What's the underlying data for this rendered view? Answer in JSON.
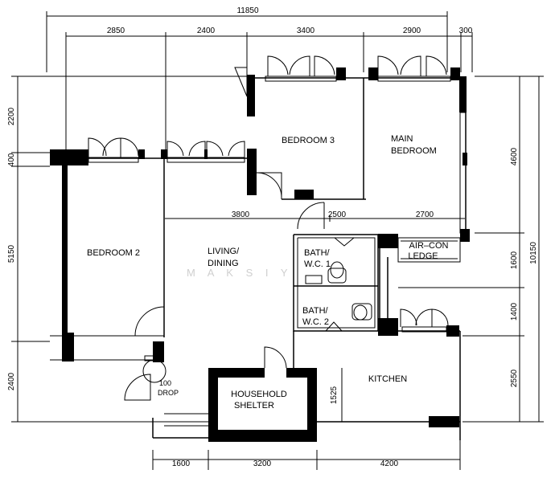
{
  "dimensions": {
    "top_overall": "11850",
    "top_segments": [
      "2850",
      "2400",
      "3400",
      "2900",
      "300"
    ],
    "left": [
      "2200",
      "400",
      "5150",
      "2400"
    ],
    "right_inner": [
      "4600",
      "1600",
      "1400",
      "2550"
    ],
    "right_outer": "10150",
    "bottom": [
      "1600",
      "3200",
      "4200"
    ],
    "interior": [
      "3800",
      "2500",
      "2700"
    ],
    "kitchen_depth": "1525"
  },
  "rooms": {
    "bedroom3": "BEDROOM  3",
    "main_bedroom_1": "MAIN",
    "main_bedroom_2": "BEDROOM",
    "bedroom2": "BEDROOM  2",
    "living_1": "LIVING/",
    "living_2": "DINING",
    "bath1_1": "BATH/",
    "bath1_2": "W.C.  1",
    "bath2_1": "BATH/",
    "bath2_2": "W.C.  2",
    "aircon_1": "AIR–CON",
    "aircon_2": "LEDGE",
    "kitchen": "KITCHEN",
    "shelter_1": "HOUSEHOLD",
    "shelter_2": "SHELTER",
    "refuse_1": "100",
    "refuse_2": "DROP"
  },
  "watermark": "M A K S I Y"
}
